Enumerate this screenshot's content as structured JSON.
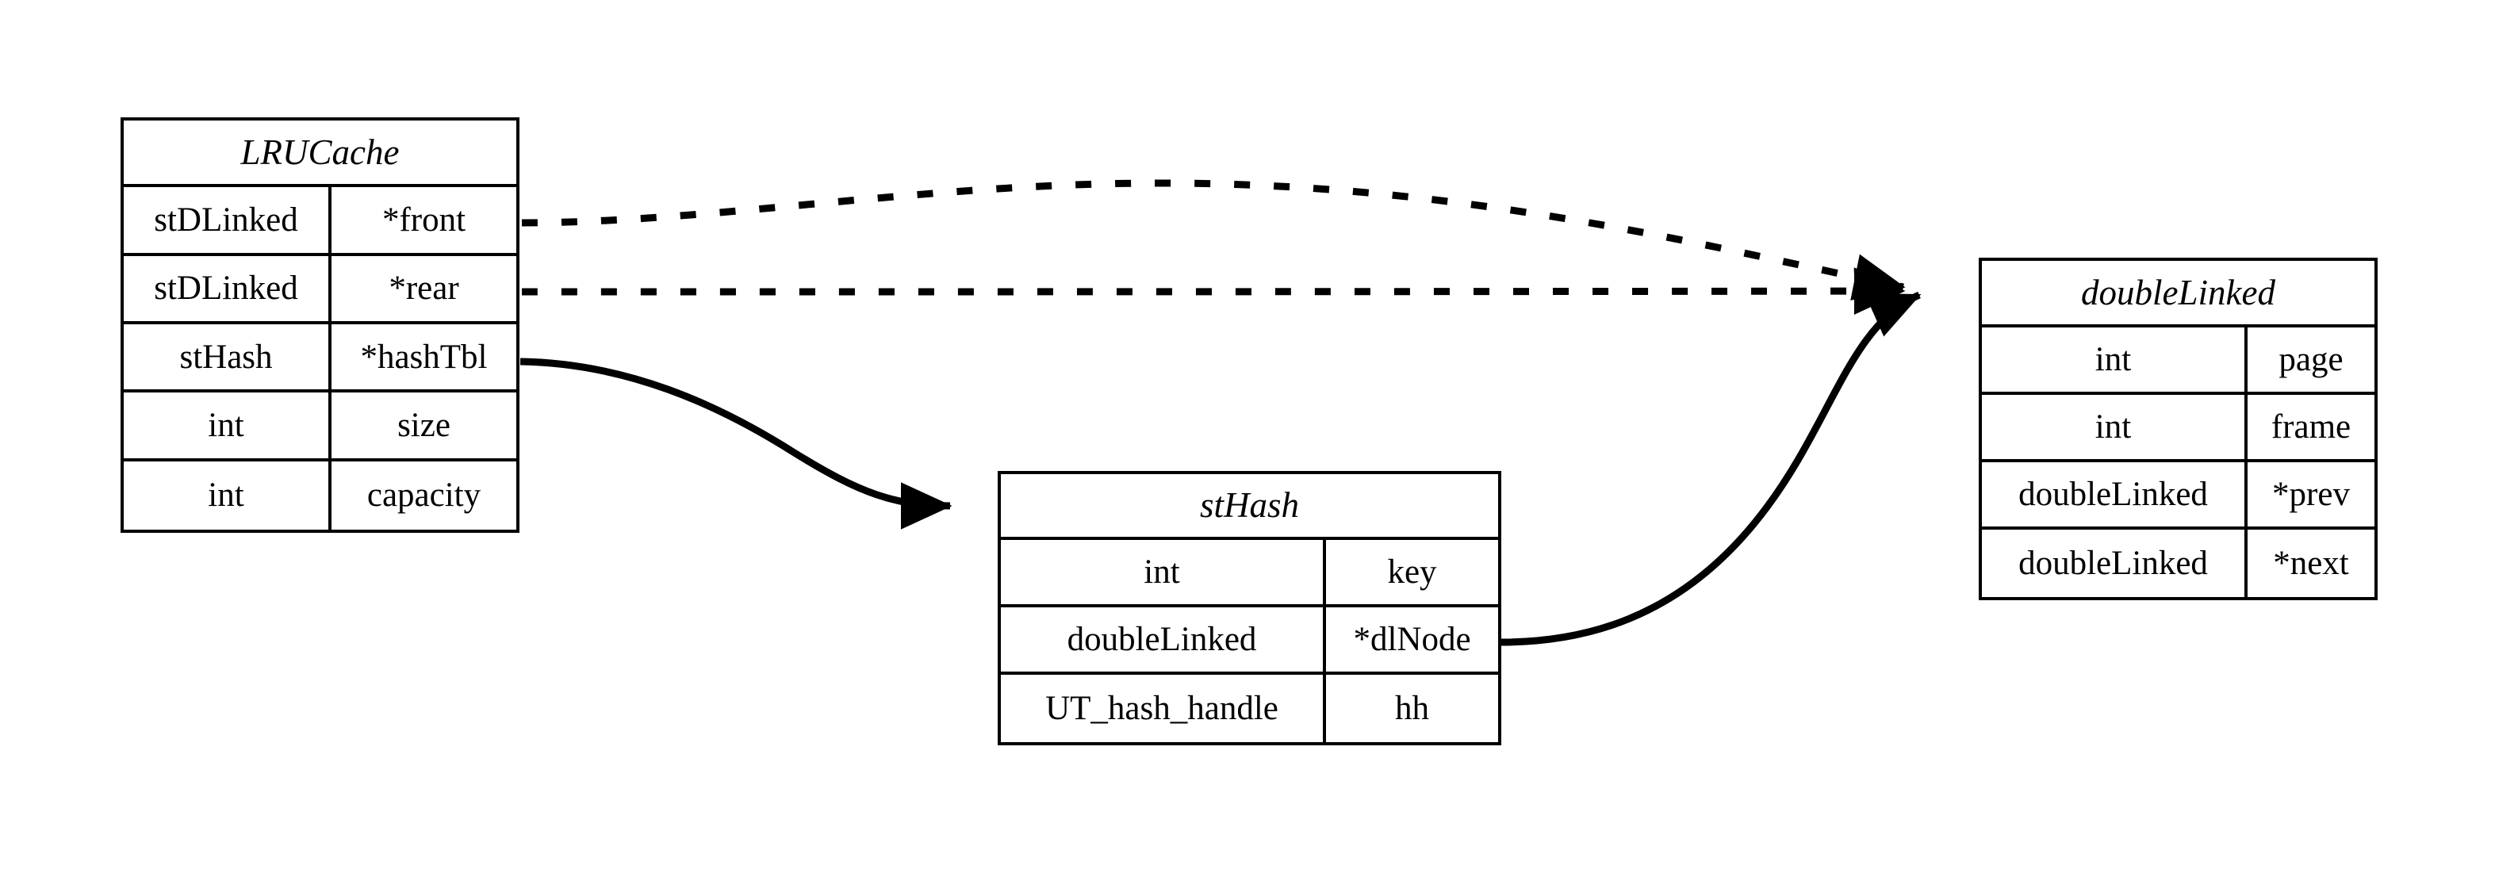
{
  "diagram": {
    "type": "uml-class-diagram",
    "background_color": "#ffffff",
    "stroke_color": "#000000",
    "tables": [
      {
        "id": "lrucache",
        "title": "LRUCache",
        "rows": [
          {
            "type": "stDLinked",
            "name": "*front"
          },
          {
            "type": "stDLinked",
            "name": "*rear"
          },
          {
            "type": "stHash",
            "name": "*hashTbl"
          },
          {
            "type": "int",
            "name": "size"
          },
          {
            "type": "int",
            "name": "capacity"
          }
        ]
      },
      {
        "id": "sthash",
        "title": "stHash",
        "rows": [
          {
            "type": "int",
            "name": "key"
          },
          {
            "type": "doubleLinked",
            "name": "*dlNode"
          },
          {
            "type": "UT_hash_handle",
            "name": "hh"
          }
        ]
      },
      {
        "id": "doublelinked",
        "title": "doubleLinked",
        "rows": [
          {
            "type": "int",
            "name": "page"
          },
          {
            "type": "int",
            "name": "frame"
          },
          {
            "type": "doubleLinked",
            "name": "*prev"
          },
          {
            "type": "doubleLinked",
            "name": "*next"
          }
        ]
      }
    ],
    "edges": [
      {
        "id": "front-to-doublelinked",
        "from": "LRUCache.*front",
        "to": "doubleLinked",
        "style": "dashed",
        "arrow": "filled-triangle"
      },
      {
        "id": "rear-to-doublelinked",
        "from": "LRUCache.*rear",
        "to": "doubleLinked",
        "style": "dashed",
        "arrow": "filled-triangle"
      },
      {
        "id": "hashtbl-to-sthash",
        "from": "LRUCache.*hashTbl",
        "to": "stHash",
        "style": "solid",
        "arrow": "filled-triangle"
      },
      {
        "id": "dlnode-to-doublelinked",
        "from": "stHash.*dlNode",
        "to": "doubleLinked",
        "style": "solid",
        "arrow": "filled-triangle"
      }
    ]
  }
}
